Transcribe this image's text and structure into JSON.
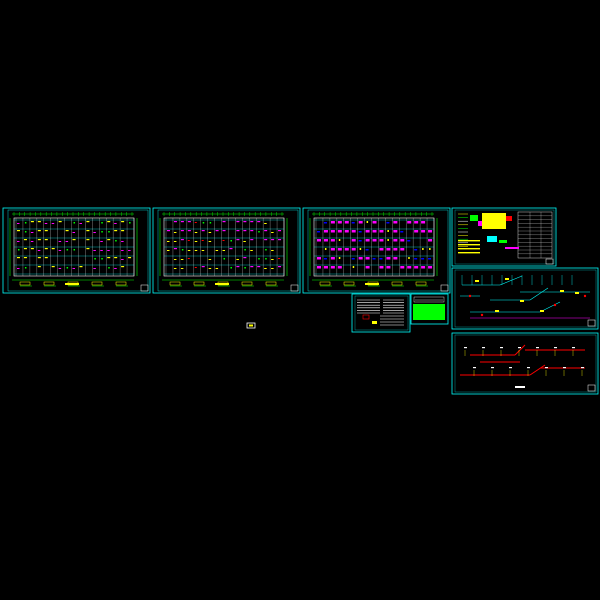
{
  "drawing": {
    "background_color": "#000000",
    "frame_color": "#00ffff",
    "colors": {
      "cyan": "#00ffff",
      "green": "#00ff00",
      "yellow": "#ffff00",
      "magenta": "#ff00ff",
      "red": "#ff0000",
      "white": "#ffffff",
      "blue": "#0000ff"
    },
    "sheets": [
      {
        "id": "floor-plan-1",
        "kind": "floor-plan",
        "accent": "#ffff00"
      },
      {
        "id": "floor-plan-2",
        "kind": "floor-plan",
        "accent": "#ff00ff"
      },
      {
        "id": "floor-plan-3",
        "kind": "floor-plan",
        "accent": "#ff00ff"
      },
      {
        "id": "legend-sheet",
        "kind": "legend"
      },
      {
        "id": "notes-sheet",
        "kind": "notes"
      },
      {
        "id": "green-sheet",
        "kind": "title-block"
      },
      {
        "id": "system-diagram-1",
        "kind": "pipe-diagram"
      },
      {
        "id": "system-diagram-2",
        "kind": "pipe-diagram"
      }
    ],
    "stray_marker": {
      "id": "stray-marker"
    }
  }
}
